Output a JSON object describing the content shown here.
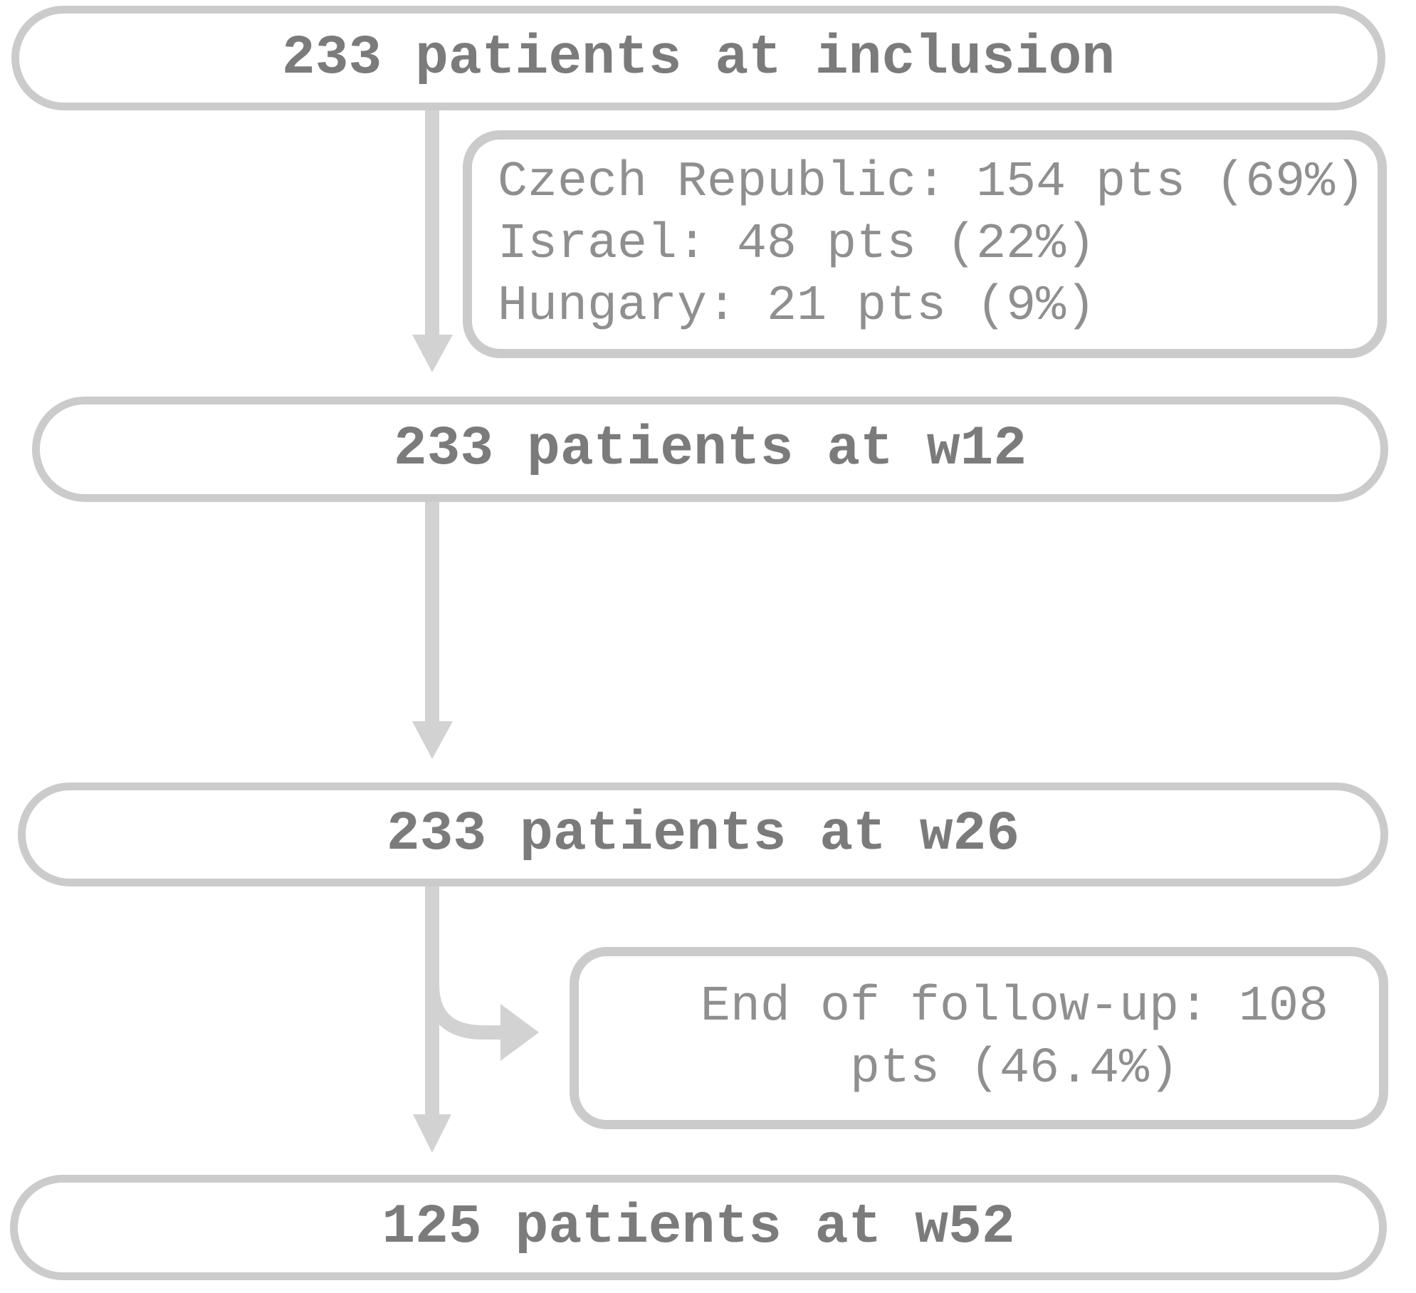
{
  "figure": {
    "colors": {
      "background": "#ffffff",
      "box_border": "#cbcbcb",
      "arrow": "#d2d2d2",
      "node_text": "#7b7b7b",
      "note_text": "#8f8f8f"
    },
    "nodes": [
      {
        "id": "inclusion",
        "label": "233 patients at inclusion"
      },
      {
        "id": "w12",
        "label": "233 patients at w12"
      },
      {
        "id": "w26",
        "label": "233 patients at w26"
      },
      {
        "id": "w52",
        "label": "125 patients at w52"
      }
    ],
    "notes": [
      {
        "id": "countries",
        "lines": [
          "Czech Republic: 154 pts (69%)",
          "Israel: 48 pts (22%)",
          "Hungary: 21 pts (9%)"
        ]
      },
      {
        "id": "end-of-followup",
        "lines": [
          "End of follow-up: 108",
          "pts (46.4%)"
        ]
      }
    ]
  }
}
